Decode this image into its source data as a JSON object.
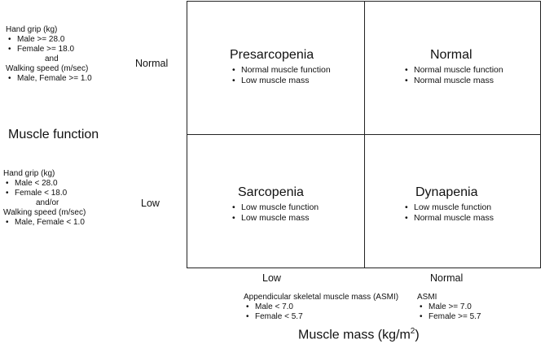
{
  "y_axis": {
    "title": "Muscle function",
    "levels": {
      "normal": "Normal",
      "low": "Low"
    },
    "criteria_normal": {
      "hand_grip": "Hand grip (kg)",
      "items1": [
        "Male >= 28.0",
        "Female >= 18.0"
      ],
      "joiner": "and",
      "walking": "Walking speed (m/sec)",
      "items2": [
        "Male, Female >= 1.0"
      ]
    },
    "criteria_low": {
      "hand_grip": "Hand grip (kg)",
      "items1": [
        "Male < 28.0",
        "Female < 18.0"
      ],
      "joiner": "and/or",
      "walking": "Walking speed (m/sec)",
      "items2": [
        "Male, Female < 1.0"
      ]
    }
  },
  "x_axis": {
    "title": "Muscle mass (kg/m",
    "title_sup": "2",
    "title_end": ")",
    "levels": {
      "low": "Low",
      "normal": "Normal"
    },
    "criteria_low": {
      "label": "Appendicular skeletal muscle mass (ASMI)",
      "items": [
        "Male < 7.0",
        "Female < 5.7"
      ]
    },
    "criteria_normal": {
      "label": "ASMI",
      "items": [
        "Male >= 7.0",
        "Female >= 5.7"
      ]
    }
  },
  "cells": {
    "presarcopenia": {
      "title": "Presarcopenia",
      "items": [
        "Normal muscle function",
        "Low muscle mass"
      ]
    },
    "normal": {
      "title": "Normal",
      "items": [
        "Normal muscle function",
        "Normal muscle mass"
      ]
    },
    "sarcopenia": {
      "title": "Sarcopenia",
      "items": [
        "Low muscle function",
        "Low muscle mass"
      ]
    },
    "dynapenia": {
      "title": "Dynapenia",
      "items": [
        "Low muscle function",
        "Normal muscle mass"
      ]
    }
  }
}
